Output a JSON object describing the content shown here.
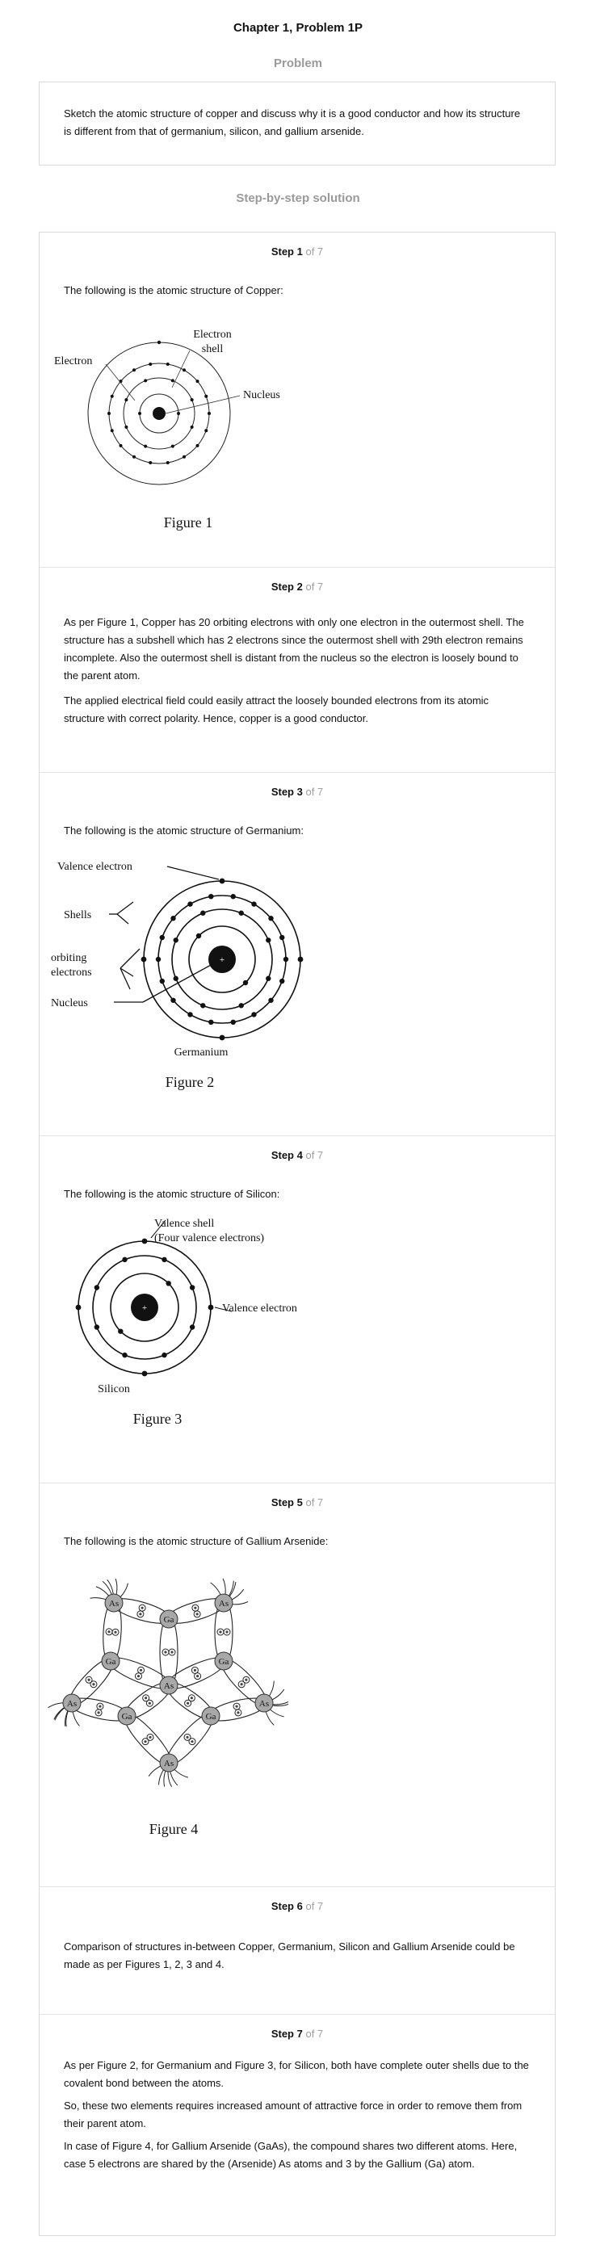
{
  "header": {
    "title": "Chapter 1, Problem 1P"
  },
  "problem": {
    "heading": "Problem",
    "text": "Sketch the atomic structure of copper and discuss why it is a good conductor and how its structure is different from that of germanium, silicon, and gallium arsenide."
  },
  "solution": {
    "heading": "Step-by-step solution"
  },
  "steps": [
    {
      "label": "Step 1",
      "of": "of 7",
      "paragraphs": [
        "The following is the atomic structure of Copper:"
      ],
      "figure": {
        "caption": "Figure 1",
        "labels": [
          "Electron",
          "Electron",
          "shell",
          "Nucleus"
        ]
      }
    },
    {
      "label": "Step 2",
      "of": "of 7",
      "paragraphs": [
        "As per Figure 1, Copper has 20 orbiting electrons with only one electron in the outermost shell. The structure has a subshell which has 2 electrons since the outermost shell with 29th electron remains incomplete. Also the outermost shell is distant from the nucleus so the electron is loosely bound to the parent atom.",
        "The applied electrical field could easily attract the loosely bounded electrons from its atomic structure with correct polarity. Hence, copper is a good conductor."
      ]
    },
    {
      "label": "Step 3",
      "of": "of 7",
      "paragraphs": [
        "The following is the atomic structure of Germanium:"
      ],
      "figure": {
        "caption": "Figure 2",
        "labels": [
          "Valence electron",
          "Shells",
          "orbiting",
          "electrons",
          "Nucleus",
          "Germanium"
        ]
      }
    },
    {
      "label": "Step 4",
      "of": "of 7",
      "paragraphs": [
        "The following is the atomic structure of Silicon:"
      ],
      "figure": {
        "caption": "Figure 3",
        "labels": [
          "Valence shell",
          "(Four valence electrons)",
          "Valence electron",
          "Silicon"
        ]
      }
    },
    {
      "label": "Step 5",
      "of": "of 7",
      "paragraphs": [
        "The following is the atomic structure of Gallium Arsenide:"
      ],
      "figure": {
        "caption": "Figure 4",
        "labels": [
          "As",
          "Ga"
        ]
      }
    },
    {
      "label": "Step 6",
      "of": "of 7",
      "paragraphs": [
        "Comparison of structures in-between Copper, Germanium, Silicon and Gallium Arsenide could be made as per Figures 1, 2, 3 and 4."
      ]
    },
    {
      "label": "Step 7",
      "of": "of 7",
      "paragraphs": [
        "As per Figure 2, for Germanium and Figure 3, for Silicon, both have complete outer shells due to the covalent bond between the atoms.",
        "So, these two elements requires increased amount of attractive force in order to remove them from their parent atom.",
        "In case of Figure 4, for Gallium Arsenide (GaAs), the compound shares two different atoms. Here, case 5 electrons are shared by the (Arsenide) As atoms and 3 by the Gallium (Ga) atom."
      ]
    }
  ]
}
